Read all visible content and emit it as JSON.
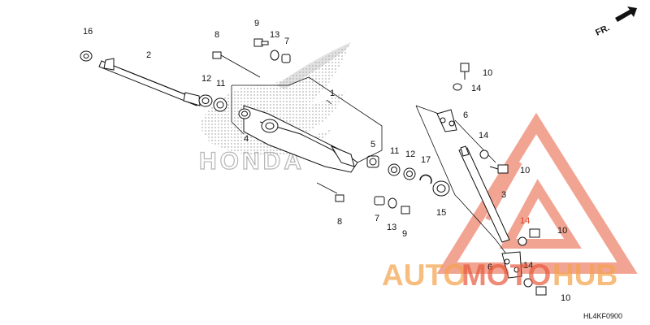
{
  "diagram": {
    "code": "HL4KF0900",
    "direction_label": "FR.",
    "brand_text": "HONDA",
    "watermark": {
      "part1": "AUTO",
      "part2": "MOTO",
      "part3": "HUB"
    },
    "colors": {
      "watermark_red": "#e85a3c",
      "watermark_orange": "#f4a24a",
      "ink": "#111111"
    },
    "parts": [
      {
        "id": "16",
        "label": "16"
      },
      {
        "id": "2",
        "label": "2"
      },
      {
        "id": "12a",
        "label": "12"
      },
      {
        "id": "11a",
        "label": "11"
      },
      {
        "id": "8a",
        "label": "8"
      },
      {
        "id": "9a",
        "label": "9"
      },
      {
        "id": "13a",
        "label": "13"
      },
      {
        "id": "7a",
        "label": "7"
      },
      {
        "id": "1",
        "label": "1"
      },
      {
        "id": "4",
        "label": "4"
      },
      {
        "id": "5",
        "label": "5"
      },
      {
        "id": "11b",
        "label": "11"
      },
      {
        "id": "12b",
        "label": "12"
      },
      {
        "id": "17",
        "label": "17"
      },
      {
        "id": "15",
        "label": "15"
      },
      {
        "id": "8b",
        "label": "8"
      },
      {
        "id": "7b",
        "label": "7"
      },
      {
        "id": "13b",
        "label": "13"
      },
      {
        "id": "9b",
        "label": "9"
      },
      {
        "id": "10a",
        "label": "10"
      },
      {
        "id": "14a",
        "label": "14"
      },
      {
        "id": "6a",
        "label": "6"
      },
      {
        "id": "14b",
        "label": "14"
      },
      {
        "id": "10b",
        "label": "10"
      },
      {
        "id": "3",
        "label": "3"
      },
      {
        "id": "14c",
        "label": "14"
      },
      {
        "id": "10c",
        "label": "10"
      },
      {
        "id": "6b",
        "label": "6"
      },
      {
        "id": "14d",
        "label": "14"
      },
      {
        "id": "10d",
        "label": "10"
      }
    ]
  }
}
